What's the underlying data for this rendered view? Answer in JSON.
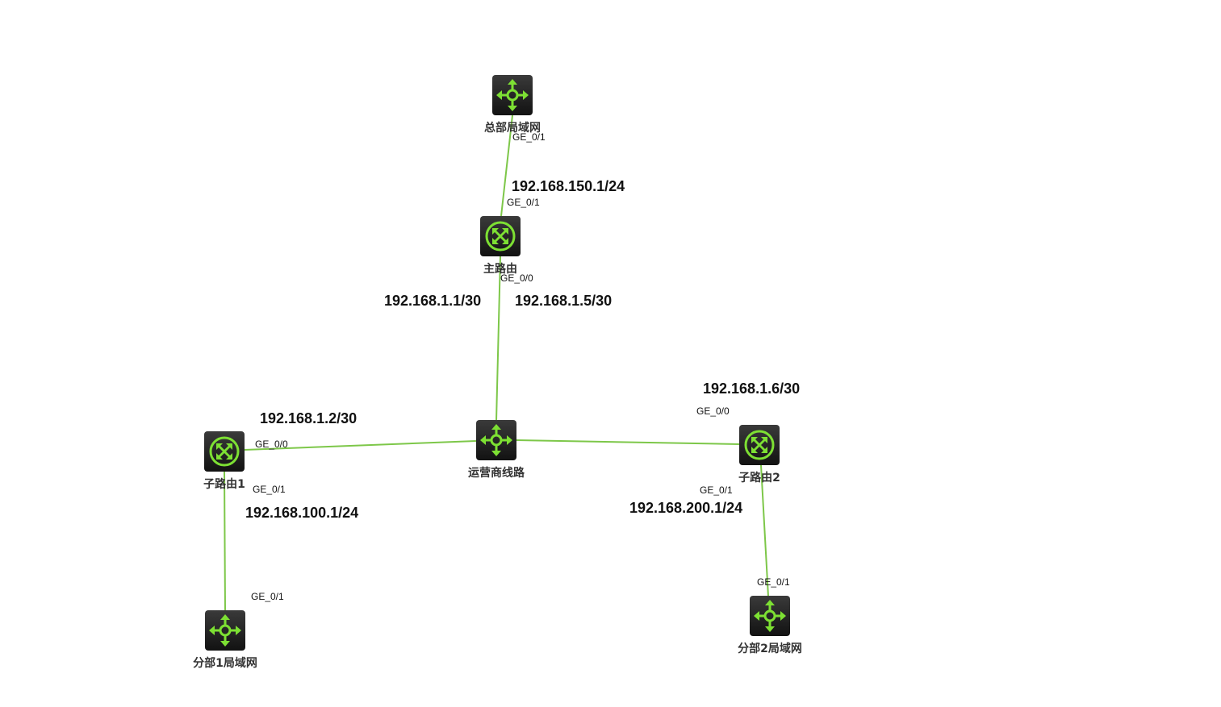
{
  "diagram": {
    "link_color": "#7dc749",
    "icon_color": "#7de033",
    "nodes": [
      {
        "id": "hq_lan",
        "label": "总部局域网",
        "type": "switch-icon"
      },
      {
        "id": "main_router",
        "label": "主路由",
        "type": "router-icon"
      },
      {
        "id": "isp",
        "label": "运营商线路",
        "type": "switch-icon"
      },
      {
        "id": "sub_router1",
        "label": "子路由1",
        "type": "router-icon"
      },
      {
        "id": "sub_router2",
        "label": "子路由2",
        "type": "router-icon"
      },
      {
        "id": "branch1_lan",
        "label": "分部1局域网",
        "type": "switch-icon"
      },
      {
        "id": "branch2_lan",
        "label": "分部2局域网",
        "type": "switch-icon"
      }
    ],
    "links": [
      {
        "from": "hq_lan",
        "to": "main_router"
      },
      {
        "from": "main_router",
        "to": "isp"
      },
      {
        "from": "isp",
        "to": "sub_router1"
      },
      {
        "from": "isp",
        "to": "sub_router2"
      },
      {
        "from": "sub_router1",
        "to": "branch1_lan"
      },
      {
        "from": "sub_router2",
        "to": "branch2_lan"
      }
    ],
    "ports": {
      "hq_lan_port": "GE_0/1",
      "main_router_up": "GE_0/1",
      "main_router_down": "GE_0/0",
      "sub_router1_wan": "GE_0/0",
      "sub_router1_lan": "GE_0/1",
      "branch1_port": "GE_0/1",
      "sub_router2_wan": "GE_0/0",
      "sub_router2_lan": "GE_0/1",
      "branch2_port": "GE_0/1"
    },
    "ips": {
      "main_router_lan": "192.168.150.1/24",
      "main_router_wan1": "192.168.1.1/30",
      "main_router_wan2": "192.168.1.5/30",
      "sub_router1_wan": "192.168.1.2/30",
      "sub_router1_lan": "192.168.100.1/24",
      "sub_router2_wan": "192.168.1.6/30",
      "sub_router2_lan": "192.168.200.1/24"
    }
  }
}
